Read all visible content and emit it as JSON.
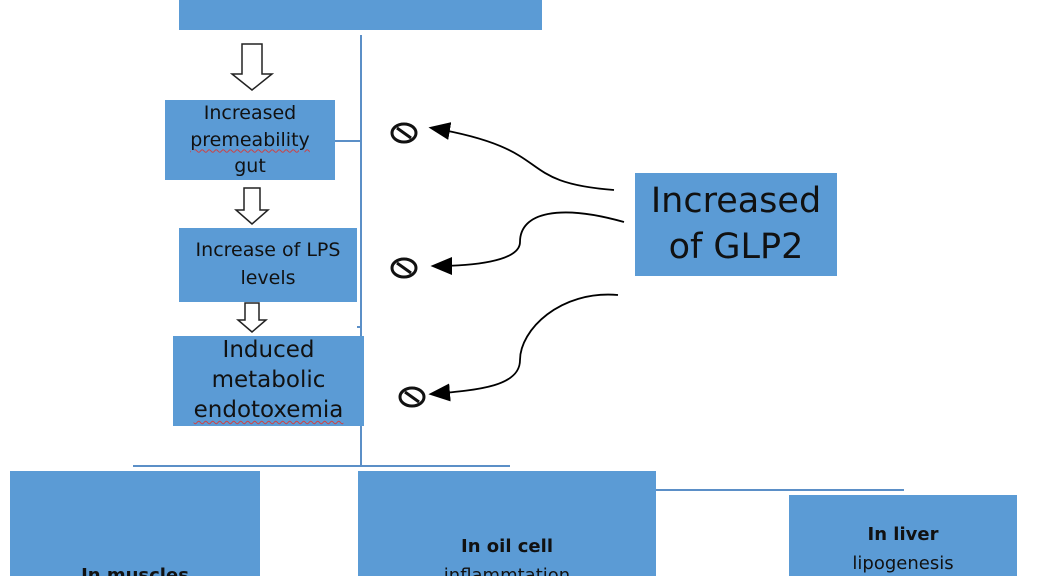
{
  "boxes": {
    "top": {
      "text": ""
    },
    "permeability": {
      "line1": "Increased",
      "line2": "premeability",
      "line3": "gut"
    },
    "lps": {
      "line1": "Increase of LPS",
      "line2": "levels"
    },
    "endotoxemia": {
      "line1": "Induced",
      "line2": "metabolic",
      "line3": "endotoxemia"
    },
    "glp2": {
      "line1": "Increased",
      "line2": "of GLP2"
    },
    "muscles": {
      "title": "In muscles"
    },
    "oil_cell": {
      "title": "In oil cell",
      "detail": "inflammtation"
    },
    "liver": {
      "title": "In liver",
      "detail": "lipogenesis"
    }
  },
  "colors": {
    "box_fill": "#5b9bd5",
    "line": "#5b8fc7",
    "arrow": "#000000"
  },
  "icons": {
    "inhibit": "prohibited-icon",
    "flow": "hollow-down-arrow-icon"
  }
}
